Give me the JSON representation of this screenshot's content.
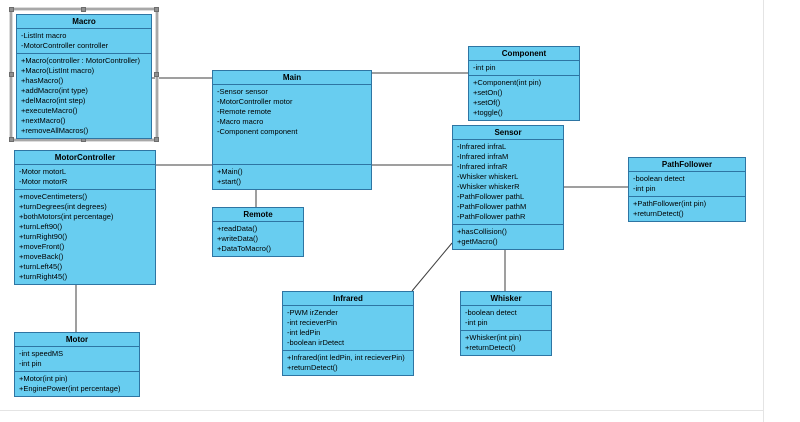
{
  "diagram": {
    "title": "Robot UML class diagram",
    "colors": {
      "class_fill": "#68cdf0",
      "class_border": "#2e75a3",
      "connector": "#3f3f3f",
      "selection": "#a8a8a8"
    },
    "selected_class": "Macro",
    "classes": [
      {
        "id": "macro",
        "name": "Macro",
        "attributes": [
          "-ListInt macro",
          "-MotorController controller"
        ],
        "methods": [
          "+Macro(controller : MotorController)",
          "+Macro(ListInt macro)",
          "+hasMacro()",
          "+addMacro(int type)",
          "+delMacro(int step)",
          "+executeMacro()",
          "+nextMacro()",
          "+removeAllMacros()"
        ]
      },
      {
        "id": "motorcontroller",
        "name": "MotorController",
        "attributes": [
          "-Motor motorL",
          "-Motor motorR"
        ],
        "methods": [
          "+moveCentimeters()",
          "+turnDegrees(int degrees)",
          "+bothMotors(int percentage)",
          "+turnLeft90()",
          "+turnRight90()",
          "+moveFront()",
          "+moveBack()",
          "+turnLeft45()",
          "+turnRight45()"
        ]
      },
      {
        "id": "motor",
        "name": "Motor",
        "attributes": [
          "-int speedMS",
          "-int pin"
        ],
        "methods": [
          "+Motor(int pin)",
          "+EnginePower(int percentage)"
        ]
      },
      {
        "id": "main",
        "name": "Main",
        "attributes": [
          "-Sensor sensor",
          "-MotorController motor",
          "-Remote remote",
          "-Macro macro",
          "-Component component"
        ],
        "methods": [
          "+Main()",
          "+start()"
        ]
      },
      {
        "id": "remote",
        "name": "Remote",
        "attributes": [],
        "methods": [
          "+readData()",
          "+writeData()",
          "+DataToMacro()"
        ]
      },
      {
        "id": "component",
        "name": "Component",
        "attributes": [
          "-int pin"
        ],
        "methods": [
          "+Component(int pin)",
          "+setOn()",
          "+setOf()",
          "+toggle()"
        ]
      },
      {
        "id": "sensor",
        "name": "Sensor",
        "attributes": [
          "-Infrared infraL",
          "-Infrared infraM",
          "-Infrared infraR",
          "-Whisker whiskerL",
          "-Whisker whiskerR",
          "-PathFollower pathL",
          "-PathFollower pathM",
          "-PathFollower pathR"
        ],
        "methods": [
          "+hasCollision()",
          "+getMacro()"
        ]
      },
      {
        "id": "pathfollower",
        "name": "PathFollower",
        "attributes": [
          "-boolean detect",
          "-int pin"
        ],
        "methods": [
          "+PathFollower(int pin)",
          "+returnDetect()"
        ]
      },
      {
        "id": "infrared",
        "name": "Infrared",
        "attributes": [
          "-PWM irZender",
          "-int recieverPin",
          "-int ledPin",
          "-boolean irDetect"
        ],
        "methods": [
          "+Infrared(int ledPin, int recieverPin)",
          "+returnDetect()"
        ]
      },
      {
        "id": "whisker",
        "name": "Whisker",
        "attributes": [
          "-boolean detect",
          "-int pin"
        ],
        "methods": [
          "+Whisker(int pin)",
          "+returnDetect()"
        ]
      }
    ],
    "relations": [
      {
        "from": "Macro",
        "to": "Main"
      },
      {
        "from": "MotorController",
        "to": "Main"
      },
      {
        "from": "Main",
        "to": "Component"
      },
      {
        "from": "Main",
        "to": "Sensor"
      },
      {
        "from": "Main",
        "to": "Remote"
      },
      {
        "from": "Sensor",
        "to": "PathFollower"
      },
      {
        "from": "Sensor",
        "to": "Whisker"
      },
      {
        "from": "Sensor",
        "to": "Infrared"
      },
      {
        "from": "MotorController",
        "to": "Motor"
      }
    ]
  }
}
